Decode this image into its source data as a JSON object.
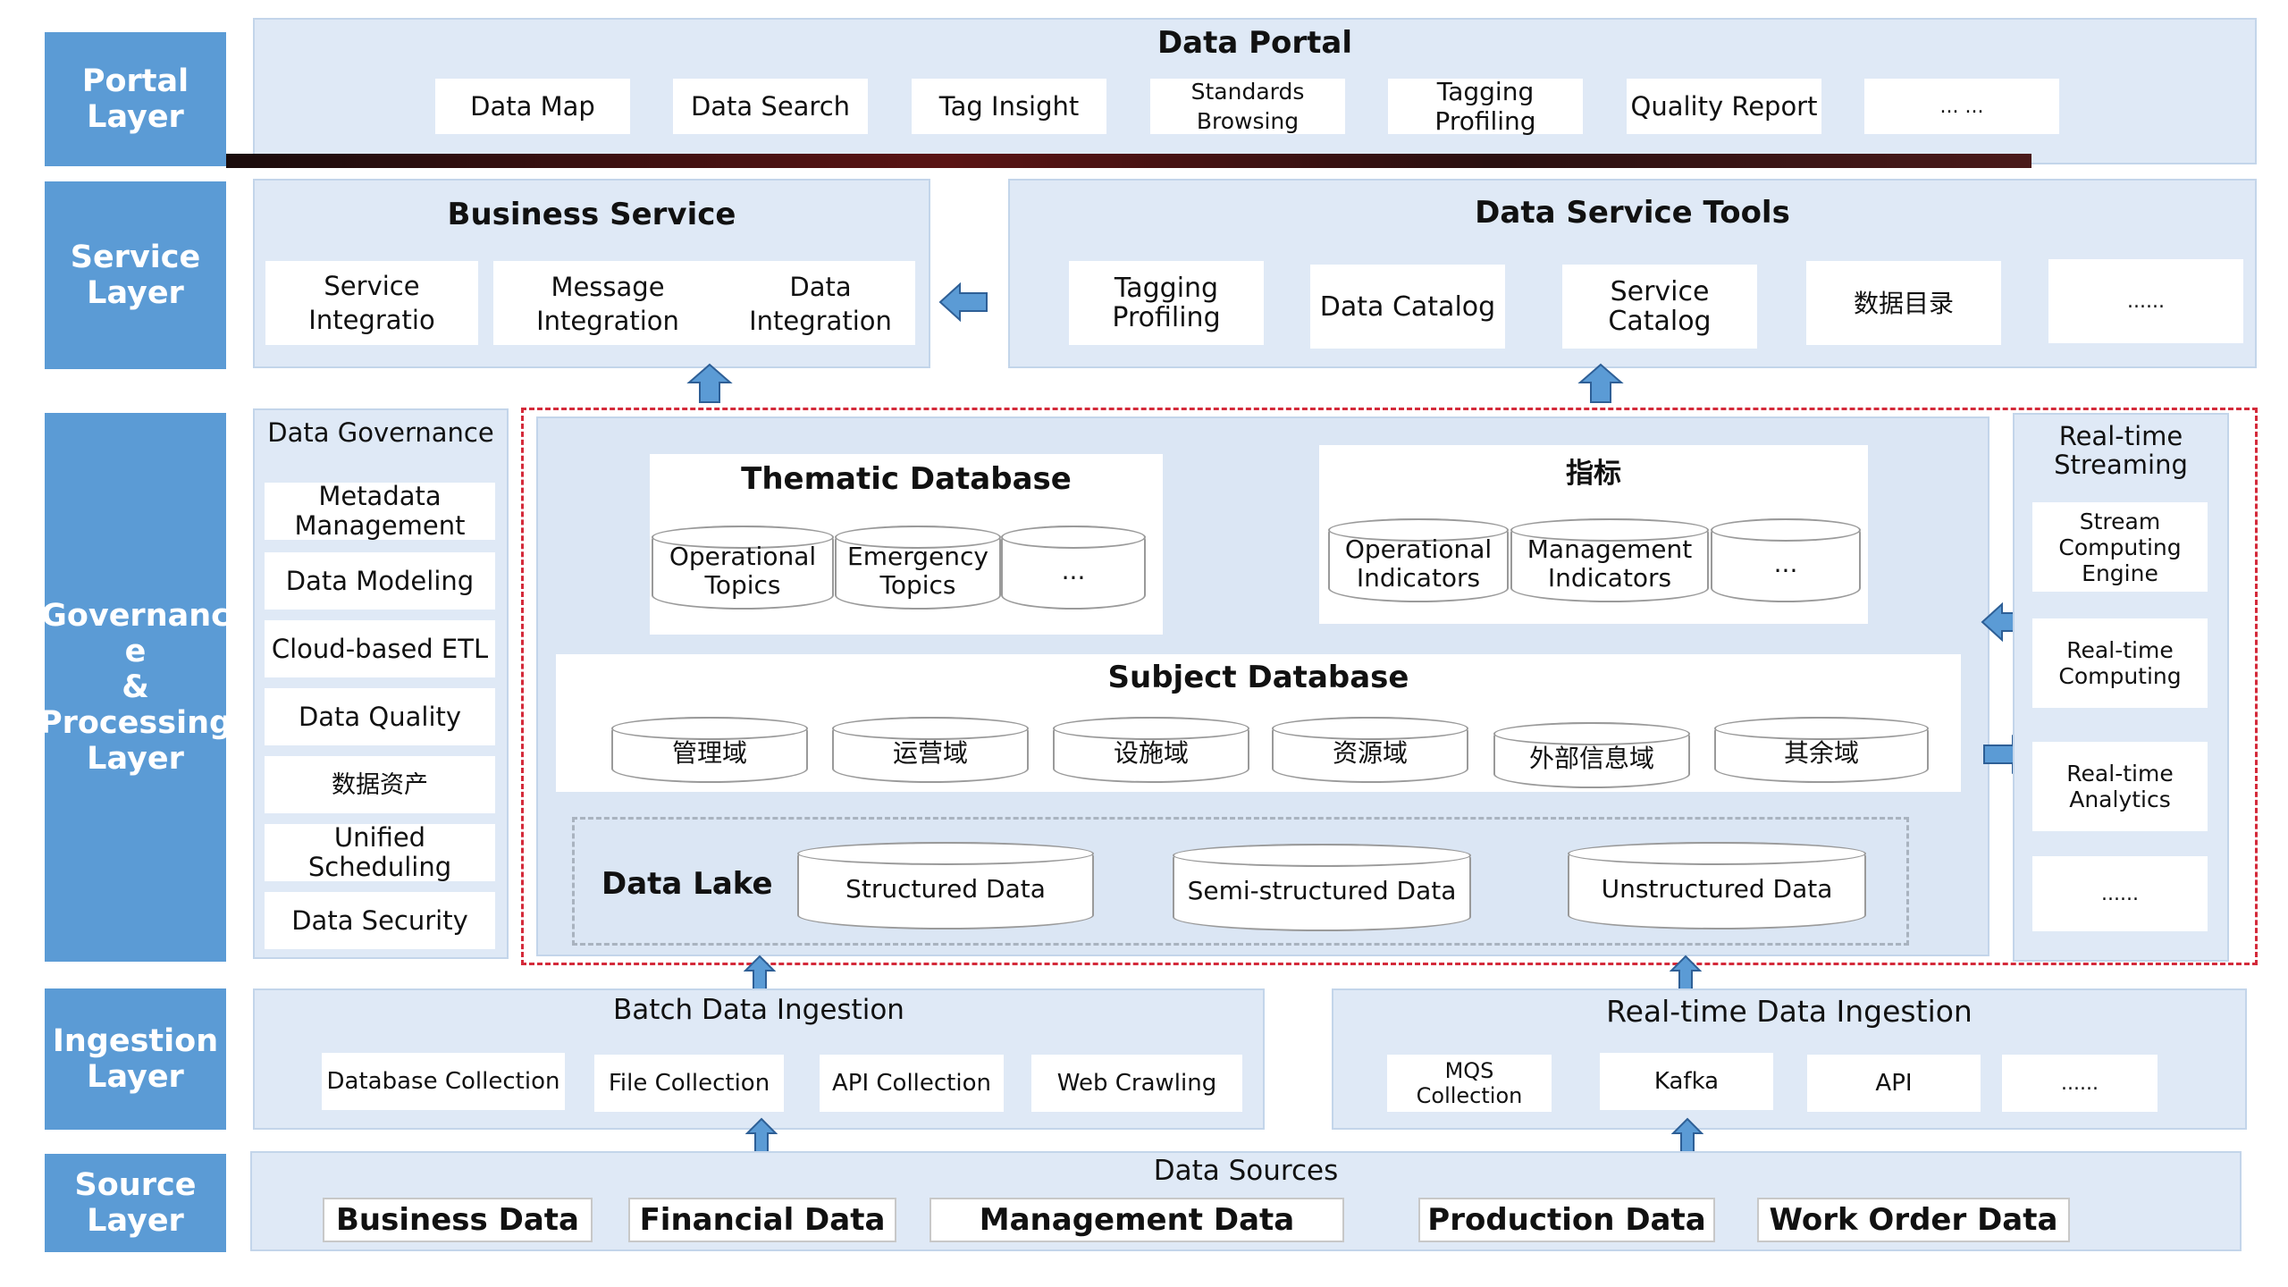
{
  "layers": {
    "portal": "Portal\nLayer",
    "service": "Service\nLayer",
    "governance": "Governanc\ne\n&\nProcessing\nLayer",
    "ingestion": "Ingestion\nLayer",
    "source": "Source\nLayer"
  },
  "portal": {
    "title": "Data Portal",
    "items": [
      "Data Map",
      "Data Search",
      "Tag Insight",
      "Standards\nBrowsing",
      "Tagging\nProfiling",
      "Quality Report",
      "... ..."
    ]
  },
  "business_service": {
    "title": "Business Service",
    "items": [
      "Service\nIntegratio",
      "Message\nIntegration",
      "Data\nIntegration"
    ]
  },
  "data_service_tools": {
    "title": "Data Service Tools",
    "items": [
      "Tagging\nProfiling",
      "Data Catalog",
      "Service Catalog",
      "数据目录",
      "......"
    ]
  },
  "data_governance": {
    "title": "Data Governance",
    "items": [
      "Metadata\nManagement",
      "Data Modeling",
      "Cloud-based ETL",
      "Data Quality",
      "数据资产",
      "Unified Scheduling",
      "Data Security"
    ]
  },
  "thematic_database": {
    "title": "Thematic Database",
    "items": [
      "Operational\nTopics",
      "Emergency\nTopics",
      "..."
    ]
  },
  "indicators": {
    "title": "指标",
    "items": [
      "Operational\nIndicators",
      "Management\nIndicators",
      "..."
    ]
  },
  "subject_database": {
    "title": "Subject Database",
    "items": [
      "管理域",
      "运营域",
      "设施域",
      "资源域",
      "外部信息域",
      "其余域"
    ]
  },
  "data_lake": {
    "title": "Data Lake",
    "items": [
      "Structured Data",
      "Semi-structured Data",
      "Unstructured Data"
    ]
  },
  "realtime": {
    "title": "Real-time\nStreaming",
    "items": [
      "Stream\nComputing\nEngine",
      "Real-time\nComputing",
      "Real-time\nAnalytics",
      "......"
    ]
  },
  "batch_ingestion": {
    "title": "Batch Data Ingestion",
    "items": [
      "Database Collection",
      "File Collection",
      "API Collection",
      "Web Crawling"
    ]
  },
  "realtime_ingestion": {
    "title": "Real-time Data Ingestion",
    "items": [
      "MQS\nCollection",
      "Kafka",
      "API",
      "......"
    ]
  },
  "data_sources": {
    "title": "Data Sources",
    "items": [
      "Business Data",
      "Financial Data",
      "Management Data",
      "Production Data",
      "Work Order Data"
    ]
  },
  "colors": {
    "layer_blue": "#5b9bd5",
    "panel_bg": "#dfe9f6",
    "arrow_fill": "#5b9bd5",
    "dashed_border": "#d42a3a"
  }
}
